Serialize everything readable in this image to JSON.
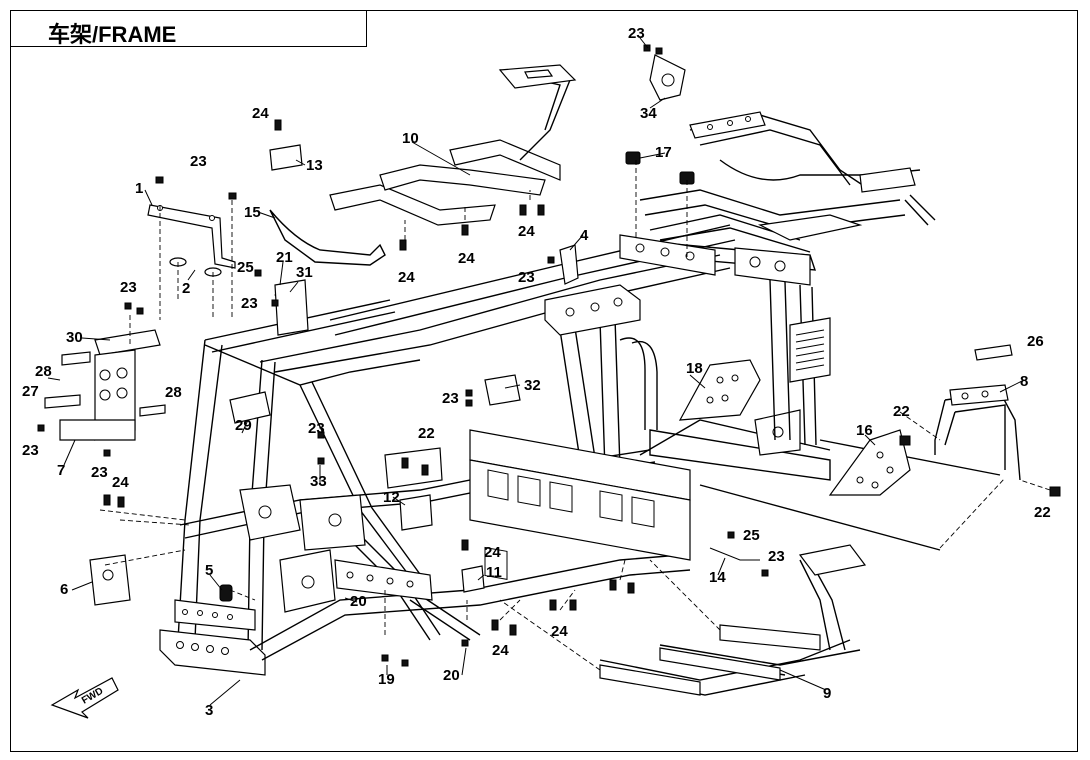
{
  "title": "车架/FRAME",
  "fwd_label": "FWD",
  "callouts": [
    {
      "id": "c1",
      "text": "1"
    },
    {
      "id": "c2",
      "text": "2"
    },
    {
      "id": "c3",
      "text": "3"
    },
    {
      "id": "c4",
      "text": "4"
    },
    {
      "id": "c5",
      "text": "5"
    },
    {
      "id": "c6",
      "text": "6"
    },
    {
      "id": "c7",
      "text": "7"
    },
    {
      "id": "c8",
      "text": "8"
    },
    {
      "id": "c9",
      "text": "9"
    },
    {
      "id": "c10",
      "text": "10"
    },
    {
      "id": "c11",
      "text": "11"
    },
    {
      "id": "c12",
      "text": "12"
    },
    {
      "id": "c13",
      "text": "13"
    },
    {
      "id": "c14",
      "text": "14"
    },
    {
      "id": "c15",
      "text": "15"
    },
    {
      "id": "c16",
      "text": "16"
    },
    {
      "id": "c17",
      "text": "17"
    },
    {
      "id": "c18",
      "text": "18"
    },
    {
      "id": "c19",
      "text": "19"
    },
    {
      "id": "c20a",
      "text": "20"
    },
    {
      "id": "c20b",
      "text": "20"
    },
    {
      "id": "c21",
      "text": "21"
    },
    {
      "id": "c22a",
      "text": "22"
    },
    {
      "id": "c22b",
      "text": "22"
    },
    {
      "id": "c22c",
      "text": "22"
    },
    {
      "id": "c23a",
      "text": "23"
    },
    {
      "id": "c23b",
      "text": "23"
    },
    {
      "id": "c23c",
      "text": "23"
    },
    {
      "id": "c23d",
      "text": "23"
    },
    {
      "id": "c23e",
      "text": "23"
    },
    {
      "id": "c23f",
      "text": "23"
    },
    {
      "id": "c23g",
      "text": "23"
    },
    {
      "id": "c23h",
      "text": "23"
    },
    {
      "id": "c23i",
      "text": "23"
    },
    {
      "id": "c23j",
      "text": "23"
    },
    {
      "id": "c24a",
      "text": "24"
    },
    {
      "id": "c24b",
      "text": "24"
    },
    {
      "id": "c24c",
      "text": "24"
    },
    {
      "id": "c24d",
      "text": "24"
    },
    {
      "id": "c24e",
      "text": "24"
    },
    {
      "id": "c24f",
      "text": "24"
    },
    {
      "id": "c24g",
      "text": "24"
    },
    {
      "id": "c24h",
      "text": "24"
    },
    {
      "id": "c25a",
      "text": "25"
    },
    {
      "id": "c25b",
      "text": "25"
    },
    {
      "id": "c26",
      "text": "26"
    },
    {
      "id": "c27",
      "text": "27"
    },
    {
      "id": "c28a",
      "text": "28"
    },
    {
      "id": "c28b",
      "text": "28"
    },
    {
      "id": "c29",
      "text": "29"
    },
    {
      "id": "c30",
      "text": "30"
    },
    {
      "id": "c31",
      "text": "31"
    },
    {
      "id": "c32",
      "text": "32"
    },
    {
      "id": "c33",
      "text": "33"
    },
    {
      "id": "c34",
      "text": "34"
    }
  ]
}
